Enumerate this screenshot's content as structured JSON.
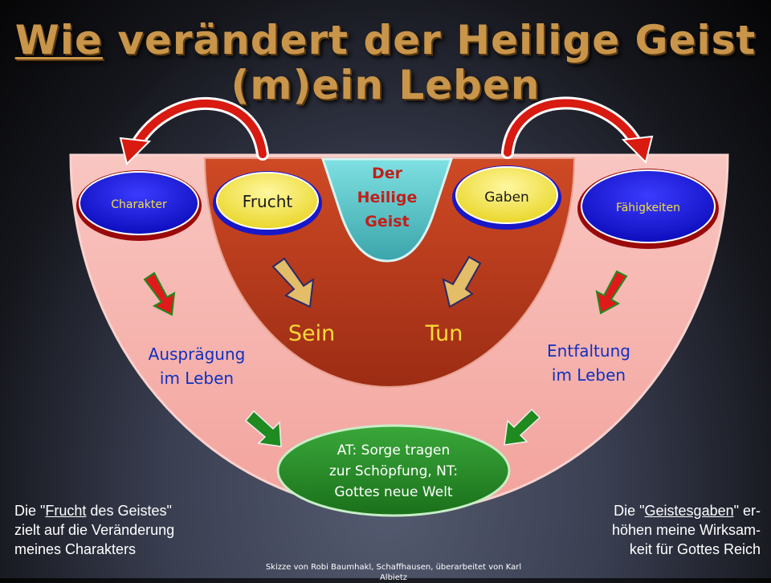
{
  "title": {
    "word_underlined": "Wie",
    "line1_rest": " verändert der Heilige Geist",
    "line2": "(m)ein Leben"
  },
  "center": {
    "line1": "Der",
    "line2": "Heilige",
    "line3": "Geist"
  },
  "ellipses": {
    "frucht": "Frucht",
    "gaben": "Gaben",
    "charakter": "Charakter",
    "faehigkeiten": "Fähigkeiten"
  },
  "labels": {
    "sein": "Sein",
    "tun": "Tun",
    "auspraegung_1": "Ausprägung",
    "auspraegung_2": "im Leben",
    "entfaltung_1": "Entfaltung",
    "entfaltung_2": "im Leben"
  },
  "bottom_ellipse": {
    "line1": "AT: Sorge tragen",
    "line2": "zur Schöpfung, NT:",
    "line3": "Gottes neue Welt"
  },
  "note_left": {
    "pre": "Die \"",
    "link": "Frucht",
    "post": " des Geistes\"",
    "line2": "zielt auf die Veränderung",
    "line3": "meines Charakters"
  },
  "note_right": {
    "pre": "Die \"",
    "link": "Geistesgaben",
    "post": "\" er-",
    "line2": "höhen meine Wirksam-",
    "line3": "keit für Gottes Reich"
  },
  "credit": {
    "line1": "Skizze von Robi Baumhakl, Schaffhausen, überarbeitet von Karl",
    "line2": "Albietz"
  },
  "colors": {
    "outer_bowl": "#f6b2ad",
    "inner_bowl": "#b83a1c",
    "teal_cup": "#5ec4c8",
    "yellow_ellipse": "#f0e23a",
    "blue_ellipse": "#1a1ad8",
    "red_arrow": "#e01818",
    "green_arrow": "#1f8a1f",
    "tan_arrow": "#e0b860",
    "green_ellipse": "#248a24"
  }
}
